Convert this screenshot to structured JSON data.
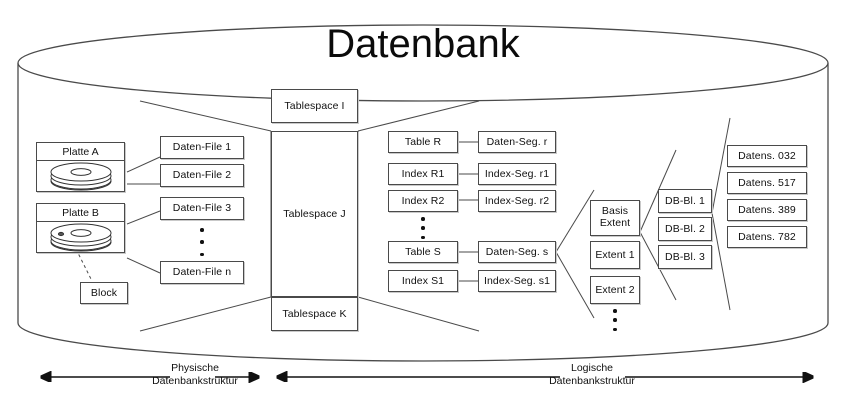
{
  "diagram": {
    "title": "Datenbank",
    "physical": {
      "disks": [
        {
          "label": "Platte A",
          "icon": "disk-platter-icon"
        },
        {
          "label": "Platte B",
          "icon": "disk-platter-icon"
        }
      ],
      "block_label": "Block",
      "data_files": [
        "Daten-File 1",
        "Daten-File 2",
        "Daten-File 3",
        "Daten-File n"
      ],
      "data_files_ellipsis": "vertical-ellipsis"
    },
    "tablespaces": [
      "Tablespace I",
      "Tablespace J",
      "Tablespace K"
    ],
    "logical": {
      "objects": [
        "Table R",
        "Index R1",
        "Index R2",
        "Table S",
        "Index S1"
      ],
      "segments": [
        "Daten-Seg. r",
        "Index-Seg. r1",
        "Index-Seg. r2",
        "Daten-Seg. s",
        "Index-Seg. s1"
      ],
      "objects_ellipsis": "vertical-ellipsis",
      "extents": [
        "Basis Extent",
        "Extent 1",
        "Extent 2"
      ],
      "extents_basis_line1": "Basis",
      "extents_basis_line2": "Extent",
      "extents_ellipsis": "vertical-ellipsis",
      "db_blocks": [
        "DB-Bl. 1",
        "DB-Bl. 2",
        "DB-Bl. 3"
      ],
      "datasets": [
        "Datens. 032",
        "Datens. 517",
        "Datens. 389",
        "Datens. 782"
      ]
    },
    "captions": [
      {
        "line1": "Physische",
        "line2": "Datenbankstruktur"
      },
      {
        "line1": "Logische",
        "line2": "Datenbankstruktur"
      }
    ],
    "colors": {
      "stroke": "#4a4a4a",
      "text": "#111111",
      "background": "#ffffff",
      "shadow": "#c9c9c9"
    }
  }
}
